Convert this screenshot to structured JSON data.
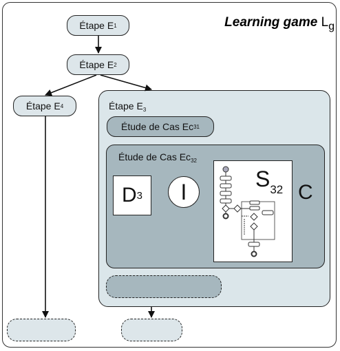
{
  "title": {
    "emphasis": "Learning game",
    "symbol": "L",
    "subscript": "g"
  },
  "steps": {
    "e1": {
      "label": "Étape E",
      "sub": "1"
    },
    "e2": {
      "label": "Étape E",
      "sub": "2"
    },
    "e4": {
      "label": "Étape E",
      "sub": "4"
    },
    "e3": {
      "label": "Étape E",
      "sub": "3"
    }
  },
  "case_studies": {
    "ec31": {
      "label": "Étude de Cas Ec",
      "sub": "31"
    },
    "ec32": {
      "label": "Étude de Cas Ec",
      "sub": "32"
    }
  },
  "components": {
    "d": {
      "letter": "D",
      "sub": "3"
    },
    "i": {
      "letter": "I"
    },
    "s": {
      "letter": "S",
      "sub": "32"
    },
    "c": {
      "letter": "C"
    }
  }
}
